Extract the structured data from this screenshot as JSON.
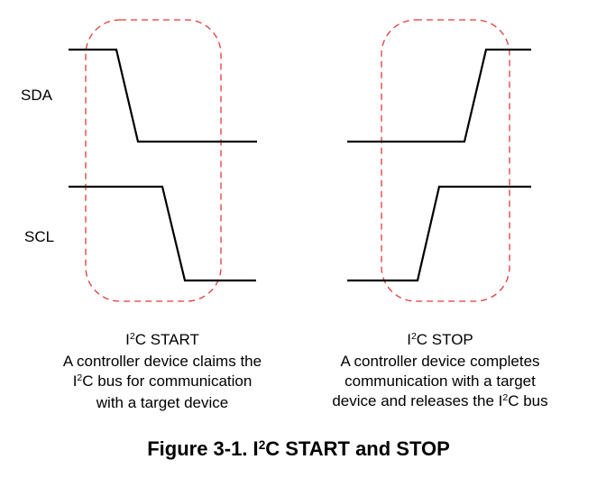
{
  "signals": {
    "sda": "SDA",
    "scl": "SCL"
  },
  "start": {
    "line1": {
      "pre": "I",
      "sup": "2",
      "post": "C START"
    },
    "line2": "A controller device claims the",
    "line3": {
      "pre": "I",
      "sup": "2",
      "post": "C bus for communication"
    },
    "line4": "with a target device"
  },
  "stop": {
    "line1": {
      "pre": "I",
      "sup": "2",
      "post": "C STOP"
    },
    "line2": "A controller device completes",
    "line3": "communication with a target",
    "line4": {
      "pre": "device and releases the I",
      "sup": "2",
      "post": "C bus"
    }
  },
  "figure": {
    "pre": "Figure 3-1. I",
    "sup": "2",
    "post": "C START and STOP"
  },
  "colors": {
    "signal": "#000000",
    "highlight": "#e03a3a"
  }
}
